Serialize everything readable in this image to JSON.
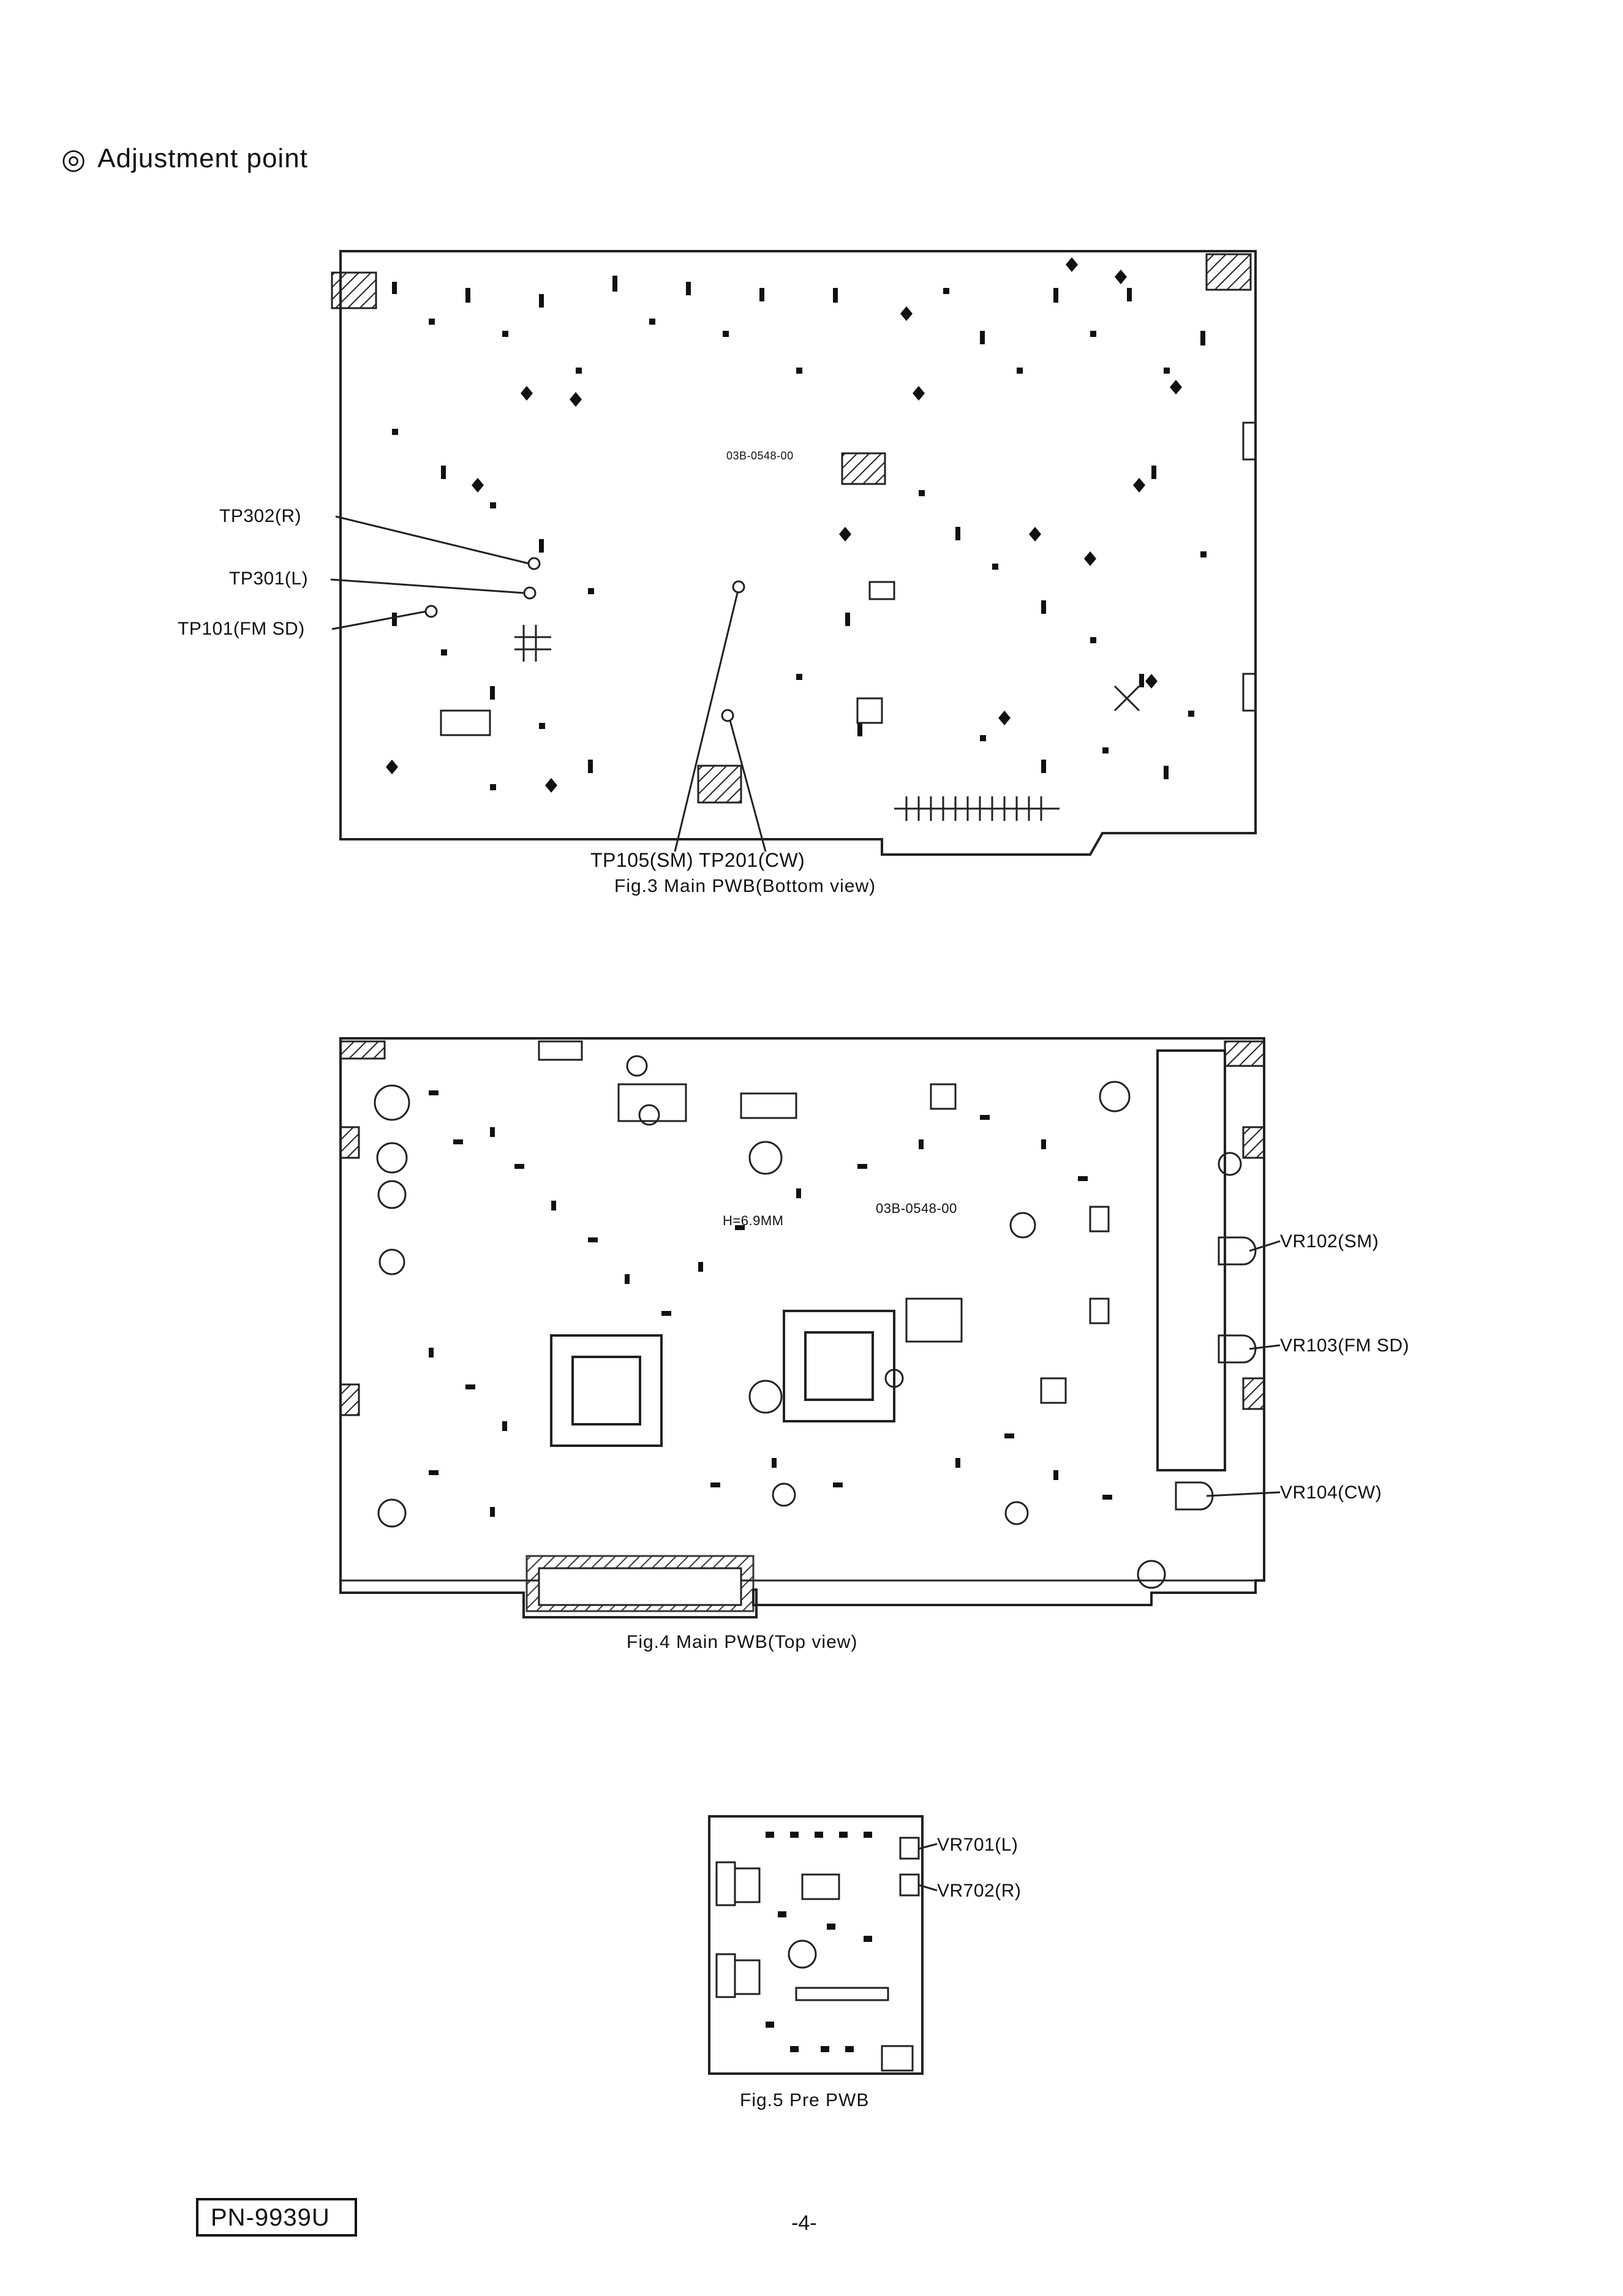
{
  "heading": {
    "symbol": "◎",
    "text": "Adjustment point"
  },
  "fig3": {
    "caption": "Fig.3  Main PWB(Bottom view)",
    "board_code": "03B-0548-00",
    "labels": {
      "tp302": "TP302(R)",
      "tp301": "TP301(L)",
      "tp101": "TP101(FM SD)",
      "tp105_tp201": "TP105(SM)  TP201(CW)"
    }
  },
  "fig4": {
    "caption": "Fig.4  Main PWB(Top view)",
    "board_code": "03B-0548-00",
    "height_note": "H=6.9MM",
    "labels": {
      "vr102": "VR102(SM)",
      "vr103": "VR103(FM SD)",
      "vr104": "VR104(CW)"
    }
  },
  "fig5": {
    "caption": "Fig.5  Pre PWB",
    "labels": {
      "vr701": "VR701(L)",
      "vr702": "VR702(R)"
    }
  },
  "footer": {
    "model": "PN-9939U",
    "page": "-4-"
  }
}
